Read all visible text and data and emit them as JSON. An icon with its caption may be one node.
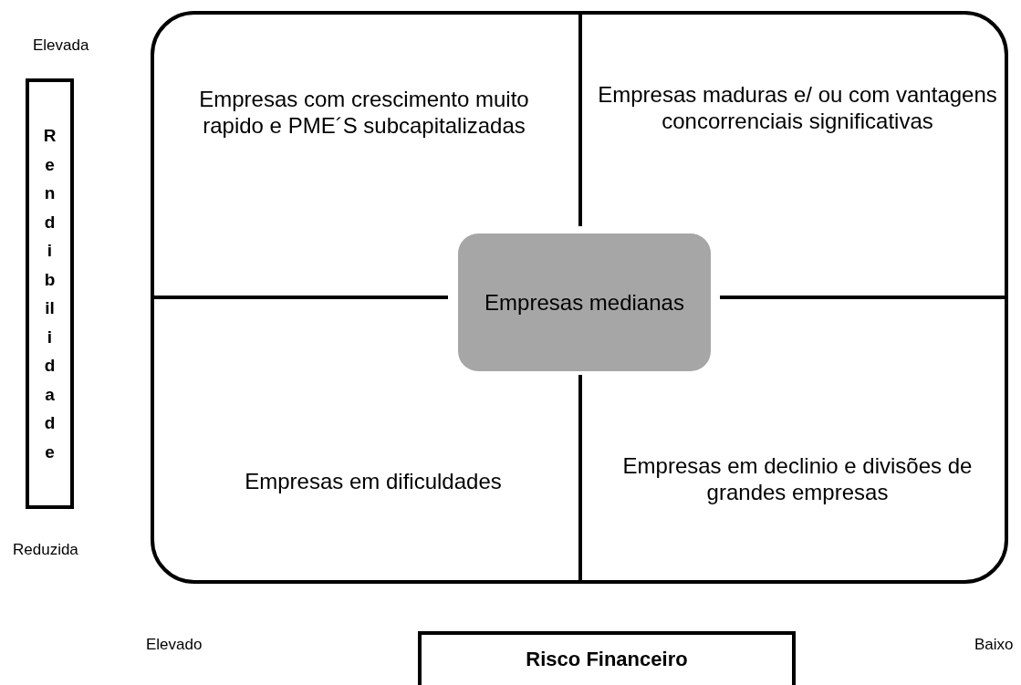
{
  "diagram": {
    "nodes": [
      {
        "text": [
          "Empresas com crescimento muito rapido e PME´S subcapitalizadas",
          "Empresas maduras e/ ou com vantagens concorrenciais significativas",
          "Empresas em dificuldades",
          "Empresas em declinio e divisões de grandes empresas"
        ]
      },
      {
        "text": [
          "Empresas medianas"
        ],
        "in": 0
      },
      {
        "text": [
          "Rendibilidade"
        ]
      },
      {
        "text": [
          "Risco Financeiro"
        ]
      }
    ],
    "edges": [],
    "labels": [
      "Elevada",
      "Reduzida",
      "Elevado",
      "Baixo"
    ]
  }
}
